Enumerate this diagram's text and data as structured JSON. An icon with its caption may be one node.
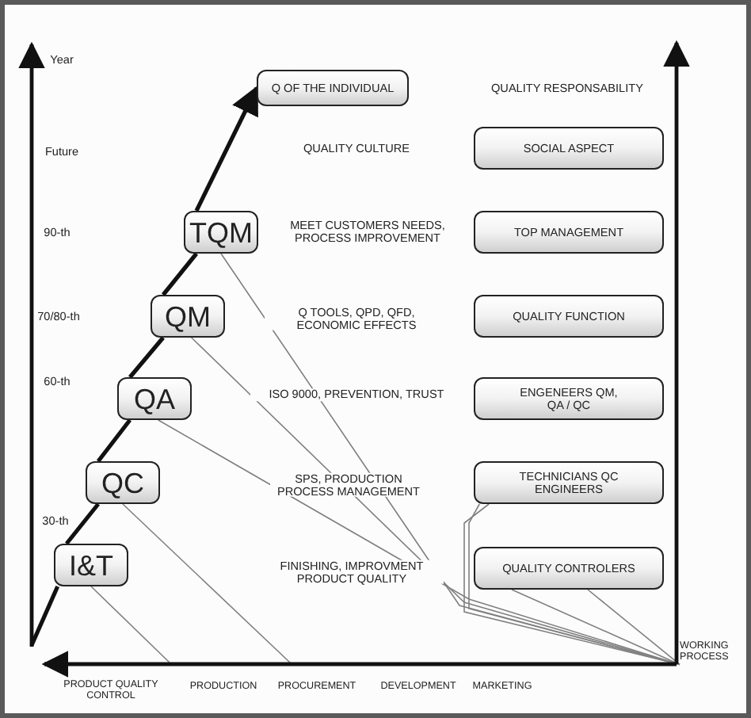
{
  "diagram": {
    "nodes": [
      {
        "text": [
          "Q OF THE INDIVIDUAL"
        ]
      },
      {
        "text": [
          "SOCIAL ASPECT"
        ]
      },
      {
        "text": [
          "TOP MANAGEMENT"
        ]
      },
      {
        "text": [
          "TQM"
        ]
      },
      {
        "text": [
          "QUALITY FUNCTION"
        ]
      },
      {
        "text": [
          "QM"
        ]
      },
      {
        "text": [
          "ENGENEERS QM, QA / QC"
        ]
      },
      {
        "text": [
          "QA"
        ]
      },
      {
        "text": [
          "TECHNICIANS QC ENGINEERS"
        ]
      },
      {
        "text": [
          "QC"
        ]
      },
      {
        "text": [
          "QUALITY CONTROLERS"
        ]
      },
      {
        "text": [
          "I&T"
        ]
      },
      {
        "text": [
          "WORKING PROCESS"
        ]
      }
    ],
    "edges": [
      {
        "from": null,
        "to": 11,
        "arrow": "none",
        "style": "thick",
        "color": "#111111"
      },
      {
        "from": 11,
        "to": 9,
        "arrow": "none",
        "style": "thick",
        "color": "#111111"
      },
      {
        "from": 9,
        "to": 7,
        "arrow": "none",
        "style": "thick",
        "color": "#111111"
      },
      {
        "from": 7,
        "to": 5,
        "arrow": "none",
        "style": "thick",
        "color": "#111111"
      },
      {
        "from": 5,
        "to": 3,
        "arrow": "none",
        "style": "thick",
        "color": "#111111"
      },
      {
        "from": 3,
        "to": 0,
        "arrow": "to",
        "style": "thick",
        "color": "#111111"
      },
      {
        "from": 11,
        "to": null,
        "arrow": "none"
      },
      {
        "from": 9,
        "to": null,
        "arrow": "none"
      },
      {
        "from": 7,
        "to": 12,
        "arrow": "none"
      },
      {
        "from": 5,
        "to": 12,
        "arrow": "none"
      },
      {
        "from": 3,
        "to": 12,
        "arrow": "none"
      },
      {
        "from": 10,
        "to": 12,
        "arrow": "none"
      },
      {
        "from": 10,
        "to": 12,
        "arrow": "none"
      },
      {
        "from": 8,
        "to": 12,
        "arrow": "none"
      },
      {
        "from": 8,
        "to": 12,
        "arrow": "none"
      }
    ],
    "labels": [
      "Year",
      "QUALITY RESPONSABILITY",
      "Future",
      "QUALITY CULTURE",
      "90-th",
      "MEET CUSTOMERS NEEDS, PROCESS IMPROVEMENT",
      "70/80-th",
      "Q TOOLS, QPD, QFD, ECONOMIC EFFECTS",
      "60-th",
      "ISO 9000, PREVENTION, TRUST",
      "SPS, PRODUCTION PROCESS MANAGEMENT",
      "30-th",
      "FINISHING, IMPROVMENT PRODUCT QUALITY",
      "PRODUCT QUALITY CONTROL",
      "PRODUCTION",
      "PROCUREMENT",
      "DEVELOPMENT",
      "MARKETING"
    ]
  }
}
